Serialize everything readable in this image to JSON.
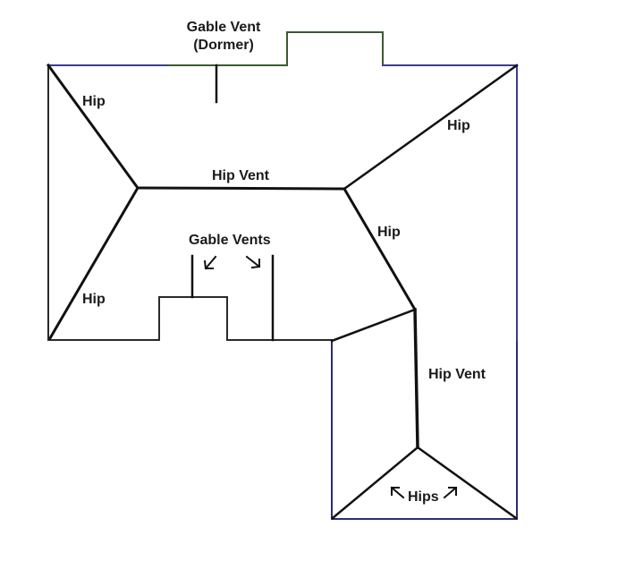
{
  "labels": {
    "gable_vent_dormer_line1": "Gable Vent",
    "gable_vent_dormer_line2": "(Dormer)",
    "hip_top_left": "Hip",
    "hip_top_right": "Hip",
    "hip_vent_top": "Hip Vent",
    "hip_mid_right": "Hip",
    "gable_vents": "Gable Vents",
    "hip_bottom_left": "Hip",
    "hip_vent_right": "Hip Vent",
    "hips": "Hips"
  },
  "colors": {
    "stroke": "#111111",
    "outline_blue": "#3a3d8c",
    "outline_green": "#3c5a32"
  }
}
